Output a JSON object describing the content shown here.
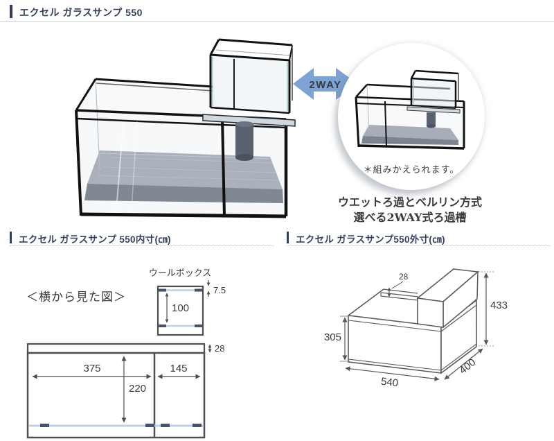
{
  "header": {
    "title": "エクセル ガラスサンプ 550"
  },
  "hero": {
    "arrow_label": "2WAY",
    "inset_caption": "＊組みかえられます。",
    "tagline_line1": "ウエットろ過とベルリン方式",
    "tagline_line2": "選べる2WAY式ろ過槽"
  },
  "sections": {
    "inner_title": "エクセル ガラスサンプ 550内寸(㎝)",
    "outer_title": "エクセル ガラスサンプ550外寸(㎝)"
  },
  "inner_diagram": {
    "wool_box_label": "ウールボックス",
    "side_view_label": "＜横から見た図＞",
    "dims": {
      "wool_gap": "7.5",
      "wool_height": "100",
      "rim_height": "28",
      "left_chamber_width": "375",
      "right_chamber_width": "145",
      "inner_height": "220"
    }
  },
  "outer_diagram": {
    "dims": {
      "rim_height": "28",
      "total_height": "433",
      "body_height": "305",
      "width": "540",
      "depth": "400"
    }
  },
  "colors": {
    "accent_navy": "#333f5e",
    "arrow_blue": "#7ca3d6",
    "glass_blue": "#b9d2e4",
    "tick_navy": "#46536e"
  }
}
